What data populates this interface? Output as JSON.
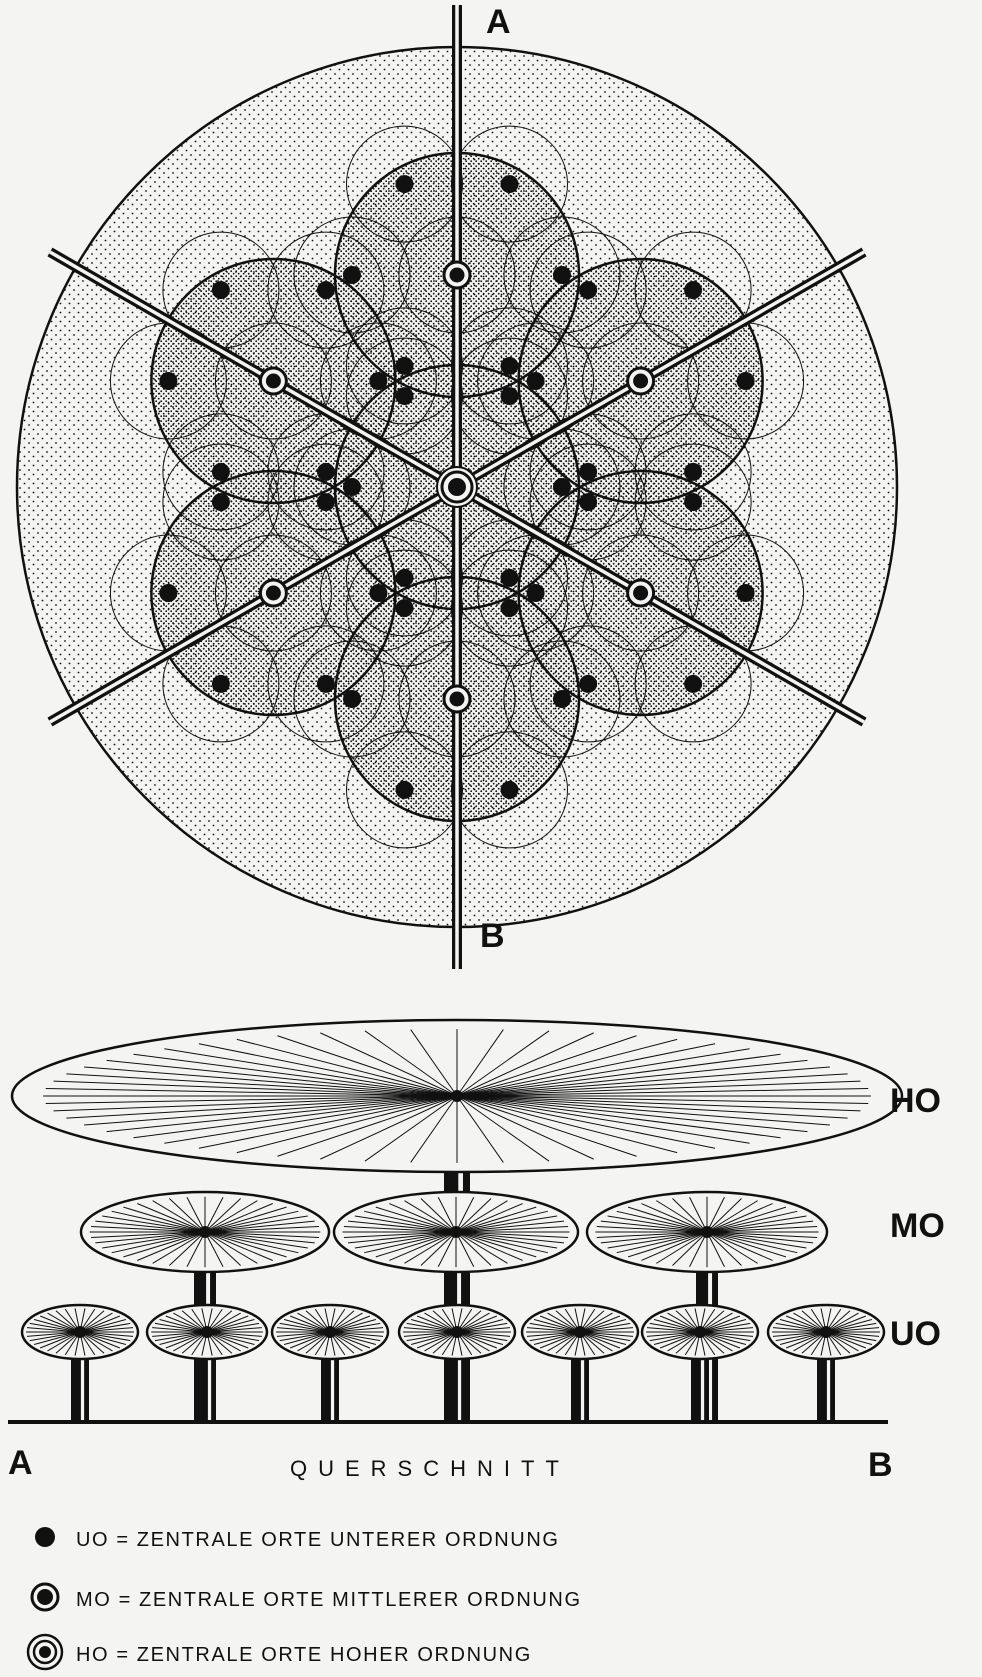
{
  "diagram": {
    "section_labels": {
      "top": "A",
      "bottom": "B"
    },
    "cross_section": {
      "title": "QUERSCHNITT",
      "left_label": "A",
      "right_label": "B",
      "level_labels": {
        "high": "HO",
        "middle": "MO",
        "low": "UO"
      }
    },
    "legend": [
      {
        "symbol": "dot",
        "text": "UO = ZENTRALE ORTE UNTERER ORDNUNG"
      },
      {
        "symbol": "ring",
        "text": "MO = ZENTRALE ORTE MITTLERER ORDNUNG"
      },
      {
        "symbol": "double-ring",
        "text": "HO = ZENTRALE ORTE HOHER ORDNUNG"
      }
    ]
  },
  "colors": {
    "ink": "#111111",
    "paper": "#f4f4f2",
    "faint_text": "#9a9a98"
  }
}
